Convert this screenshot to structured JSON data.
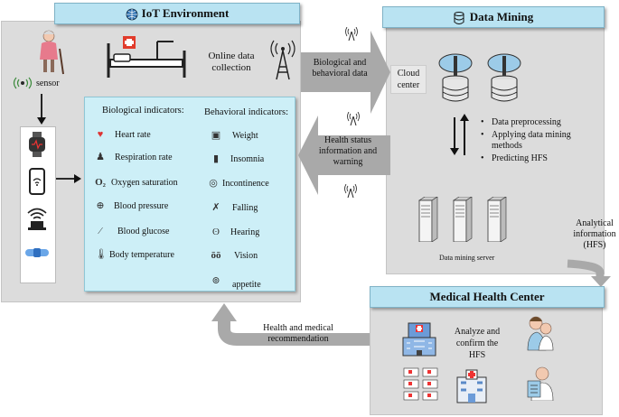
{
  "iot": {
    "title": "IoT Environment",
    "sensor_label": "sensor",
    "online_label": "Online data collection",
    "bio_heading": "Biological indicators:",
    "beh_heading": "Behavioral indicators:",
    "bio": [
      {
        "label": "Heart rate",
        "icon": "heart-icon"
      },
      {
        "label": "Respiration rate",
        "icon": "lungs-icon"
      },
      {
        "label": "Oxygen saturation",
        "icon": "o2-icon"
      },
      {
        "label": "Blood pressure",
        "icon": "blood-pressure-icon"
      },
      {
        "label": "Blood glucose",
        "icon": "glucose-pen-icon"
      },
      {
        "label": "Body temperature",
        "icon": "thermometer-icon"
      }
    ],
    "beh": [
      {
        "label": "Weight",
        "icon": "scale-icon"
      },
      {
        "label": "Insomnia",
        "icon": "pill-bottle-icon"
      },
      {
        "label": "Incontinence",
        "icon": "bladder-icon"
      },
      {
        "label": "Falling",
        "icon": "falling-person-icon"
      },
      {
        "label": "Hearing",
        "icon": "ear-icon"
      },
      {
        "label": "Vision",
        "icon": "glasses-icon"
      },
      {
        "label": "appetite",
        "icon": "plate-icon"
      }
    ]
  },
  "data_mining": {
    "title": "Data Mining",
    "cloud_label": "Cloud center",
    "steps": [
      "Data preprocessing",
      "Applying data mining methods",
      "Predicting HFS"
    ],
    "server_label": "Data mining server"
  },
  "medical": {
    "title": "Medical Health Center",
    "analyze_label": "Analyze and confirm the HFS"
  },
  "arrows": {
    "bio_behav": "Biological and behavioral data",
    "health_status": "Health status information and warning",
    "analytical": "Analytical information (HFS)",
    "recommendation": "Health and medical recommendation"
  }
}
